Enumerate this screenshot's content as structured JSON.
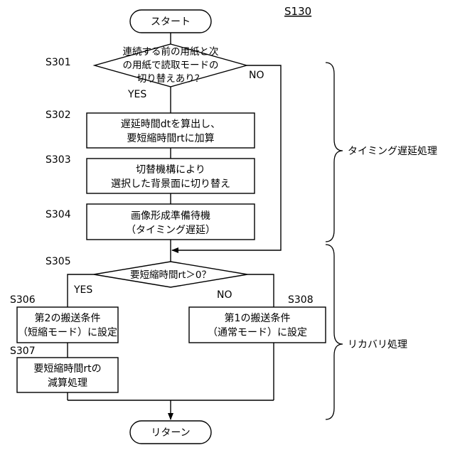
{
  "figure_label": "S130",
  "start": "スタート",
  "end": "リターン",
  "steps": {
    "s301": {
      "id": "S301",
      "lines": [
        "連続する前の用紙と次",
        "の用紙で読取モードの",
        "切り替えあり？"
      ]
    },
    "s302": {
      "id": "S302",
      "lines": [
        "遅延時間dtを算出し、",
        "要短縮時間rtに加算"
      ]
    },
    "s303": {
      "id": "S303",
      "lines": [
        "切替機構により",
        "選択した背景面に切り替え"
      ]
    },
    "s304": {
      "id": "S304",
      "lines": [
        "画像形成準備待機",
        "（タイミング遅延）"
      ]
    },
    "s305": {
      "id": "S305",
      "lines": [
        "要短縮時間rt＞0？"
      ]
    },
    "s306": {
      "id": "S306",
      "lines": [
        "第2の搬送条件",
        "（短縮モード）に設定"
      ]
    },
    "s307": {
      "id": "S307",
      "lines": [
        "要短縮時間rtの",
        "減算処理"
      ]
    },
    "s308": {
      "id": "S308",
      "lines": [
        "第1の搬送条件",
        "（通常モード）に設定"
      ]
    }
  },
  "branches": {
    "s301_yes": "YES",
    "s301_no": "NO",
    "s305_yes": "YES",
    "s305_no": "NO"
  },
  "groups": {
    "timing_delay": "タイミング遅延処理",
    "recovery": "リカバリ処理"
  }
}
